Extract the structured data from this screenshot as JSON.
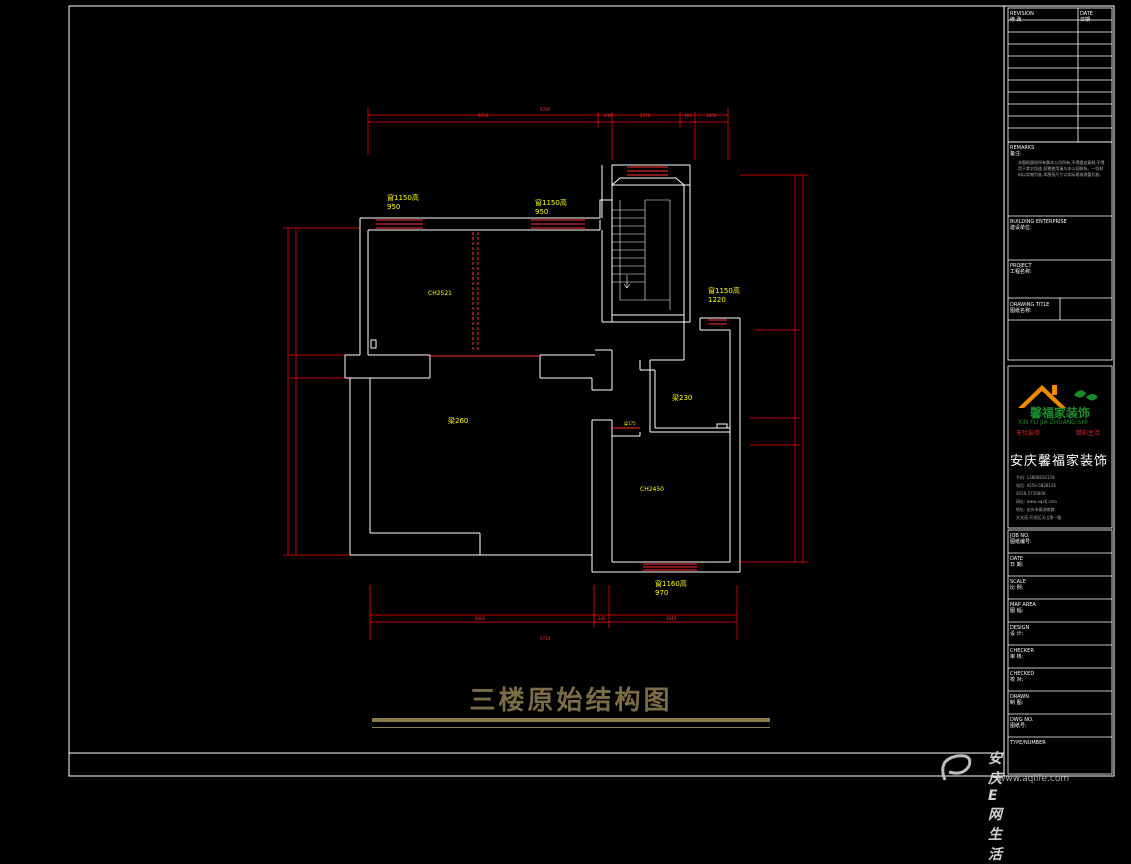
{
  "drawing": {
    "title": "三楼原始结构图",
    "colors": {
      "wall": "#ffffff",
      "dimension": "#ff0000",
      "text": "#ffff00",
      "title": "#7a6c45",
      "underline": "#8c7a4a",
      "window": "#ff4040"
    }
  },
  "plan_labels": {
    "win_top_left_height": "窗1150高",
    "win_top_left_width": "950",
    "win_top_mid_height": "窗1150高",
    "win_top_mid_width": "950",
    "win_right_height": "窗1150高",
    "win_right_width": "1220",
    "win_bottom_height": "窗1160高",
    "win_bottom_width": "970",
    "room1_height": "CH2521",
    "room2_height": "梁260",
    "room3_height": "梁230",
    "room4_height": "CH2450",
    "beam_small": "梁175"
  },
  "title_block": {
    "revision_label": "REVISION",
    "revision_cn": "修 改",
    "date_label": "DATE",
    "date_cn": "日期",
    "remarks_label": "REMARKS",
    "remarks_cn": "备注:",
    "remarks_text": "本图纸版权所有属本公司所有,不得擅自复制,不得用于其它用途,如需使用请与本公司联系。一切材料以实物为准,本图纸尺寸以实际现场测量为准。",
    "building_enterprise_label": "BUILDING ENTERPRISE",
    "building_enterprise_cn": "建设单位:",
    "project_label": "PROJECT",
    "project_cn": "工程名称:",
    "drawing_title_label": "DRAWING TITLE",
    "drawing_title_cn": "图纸名称:",
    "company_name": "安庆馨福家装饰",
    "logo_name": "馨福家装饰",
    "logo_pinyin": "XIN FU JIA ZHUANG SHI",
    "logo_left": "无忧装修",
    "logo_right": "精彩生活",
    "contact_lines": [
      "手机: 13866656158",
      "电话: 0556-5828126",
      "      0556-5756808",
      "网址: www.aqxfj.com",
      "地址: 安庆市菱湖南路",
      "      文化苑 开发区天山第一路"
    ],
    "fields": [
      {
        "en": "JOB NO.",
        "cn": "图纸编号:"
      },
      {
        "en": "DATE",
        "cn": "日 期:"
      },
      {
        "en": "SCALE",
        "cn": "比 例:"
      },
      {
        "en": "MAP AREA",
        "cn": "图 幅:"
      },
      {
        "en": "DESIGN",
        "cn": "设 计:"
      },
      {
        "en": "CHECKER",
        "cn": "审 核:"
      },
      {
        "en": "CHECKED",
        "cn": "校 对:"
      },
      {
        "en": "DRAWN",
        "cn": "制 图:"
      },
      {
        "en": "DWG NO.",
        "cn": "图纸号:"
      },
      {
        "en": "TYPE/NUMBER",
        "cn": ""
      }
    ]
  },
  "watermark": {
    "brand": "安庆E网生活",
    "url": "www.aqlife.com"
  }
}
